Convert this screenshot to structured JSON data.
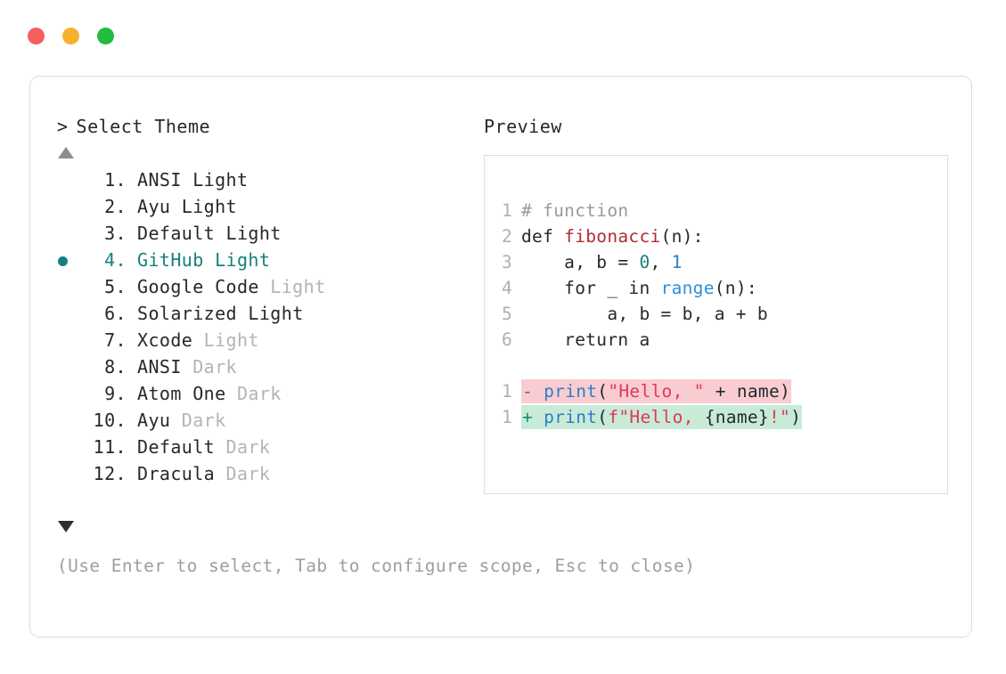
{
  "window": {
    "dots": [
      {
        "name": "close",
        "color": "#f4605b"
      },
      {
        "name": "minimize",
        "color": "#f5b22d"
      },
      {
        "name": "maximize",
        "color": "#22bc3f"
      }
    ]
  },
  "prompt": {
    "caret": ">",
    "title": "Select Theme"
  },
  "scroll": {
    "up_indicator": "▲",
    "down_indicator": "▼"
  },
  "themes": {
    "selected_index": 4,
    "items": [
      {
        "index": "1.",
        "name": "ANSI",
        "variant": "Light",
        "variant_dim": false
      },
      {
        "index": "2.",
        "name": "Ayu",
        "variant": "Light",
        "variant_dim": false
      },
      {
        "index": "3.",
        "name": "Default",
        "variant": "Light",
        "variant_dim": false
      },
      {
        "index": "4.",
        "name": "GitHub",
        "variant": "Light",
        "variant_dim": false
      },
      {
        "index": "5.",
        "name": "Google Code",
        "variant": "Light",
        "variant_dim": true
      },
      {
        "index": "6.",
        "name": "Solarized",
        "variant": "Light",
        "variant_dim": false
      },
      {
        "index": "7.",
        "name": "Xcode",
        "variant": "Light",
        "variant_dim": true
      },
      {
        "index": "8.",
        "name": "ANSI",
        "variant": "Dark",
        "variant_dim": true
      },
      {
        "index": "9.",
        "name": "Atom One",
        "variant": "Dark",
        "variant_dim": true
      },
      {
        "index": "10.",
        "name": "Ayu",
        "variant": "Dark",
        "variant_dim": true
      },
      {
        "index": "11.",
        "name": "Default",
        "variant": "Dark",
        "variant_dim": true
      },
      {
        "index": "12.",
        "name": "Dracula",
        "variant": "Dark",
        "variant_dim": true
      }
    ]
  },
  "preview": {
    "label": "Preview",
    "code": {
      "lines": [
        {
          "n": "1",
          "tokens": [
            {
              "t": "# function",
              "c": "comment"
            }
          ]
        },
        {
          "n": "2",
          "tokens": [
            {
              "t": "def ",
              "c": "keyword"
            },
            {
              "t": "fibonacci",
              "c": "fn"
            },
            {
              "t": "(n):",
              "c": "plain"
            }
          ]
        },
        {
          "n": "3",
          "tokens": [
            {
              "t": "    a, b = ",
              "c": "plain"
            },
            {
              "t": "0",
              "c": "num"
            },
            {
              "t": ", ",
              "c": "plain"
            },
            {
              "t": "1",
              "c": "num2"
            }
          ]
        },
        {
          "n": "4",
          "tokens": [
            {
              "t": "    for _ in ",
              "c": "plain"
            },
            {
              "t": "range",
              "c": "builtin"
            },
            {
              "t": "(n):",
              "c": "plain"
            }
          ]
        },
        {
          "n": "5",
          "tokens": [
            {
              "t": "        a, b = b, a + b",
              "c": "plain"
            }
          ]
        },
        {
          "n": "6",
          "tokens": [
            {
              "t": "    return a",
              "c": "plain"
            }
          ]
        }
      ],
      "diff": [
        {
          "n": "1",
          "kind": "del",
          "marker": "-",
          "tokens": [
            {
              "t": "print",
              "c": "call"
            },
            {
              "t": "(",
              "c": "plain"
            },
            {
              "t": "\"Hello, \"",
              "c": "str"
            },
            {
              "t": " + name)",
              "c": "plain"
            }
          ]
        },
        {
          "n": "1",
          "kind": "add",
          "marker": "+",
          "tokens": [
            {
              "t": "print",
              "c": "call"
            },
            {
              "t": "(",
              "c": "plain"
            },
            {
              "t": "f\"Hello, ",
              "c": "str"
            },
            {
              "t": "{name}",
              "c": "plain"
            },
            {
              "t": "!\"",
              "c": "str"
            },
            {
              "t": ")",
              "c": "plain"
            }
          ]
        }
      ],
      "diff_colors": {
        "deleted_bg": "#f9ccd2",
        "added_bg": "#c8ebd8"
      }
    }
  },
  "hint": "(Use Enter to select, Tab to configure scope, Esc to close)"
}
